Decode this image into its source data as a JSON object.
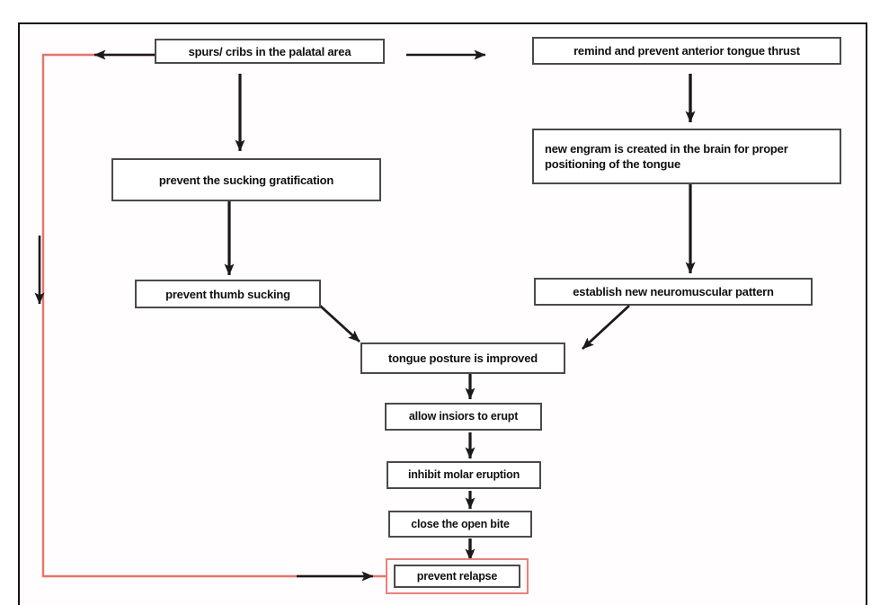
{
  "diagram": {
    "title": "Tongue thrust / open bite habit appliance therapy flowchart",
    "type": "flowchart",
    "palette": {
      "box_border": "#4a4a4a",
      "text": "#111111",
      "arrow": "#1a1a1a",
      "feedback_line": "#e8736c",
      "highlight_border": "#e8827c",
      "frame": "#141414",
      "background": "#ffffff"
    },
    "nodes": [
      {
        "id": "spurs",
        "label": "spurs/ cribs in the palatal area"
      },
      {
        "id": "remind",
        "label": "remind and prevent anterior tongue thrust"
      },
      {
        "id": "engram",
        "label": "new engram is created in the brain for proper\npositioning of the tongue"
      },
      {
        "id": "sucking",
        "label": "prevent  the sucking gratification"
      },
      {
        "id": "thumb",
        "label": "prevent  thumb sucking"
      },
      {
        "id": "neuro",
        "label": "establish new neuromuscular pattern"
      },
      {
        "id": "posture",
        "label": "tongue posture is improved"
      },
      {
        "id": "insiors",
        "label": "allow insiors to erupt"
      },
      {
        "id": "molar",
        "label": "inhibit molar eruption"
      },
      {
        "id": "openbite",
        "label": "close the open bite"
      },
      {
        "id": "relapse",
        "label": "prevent relapse"
      }
    ],
    "edges": [
      {
        "from": "spurs",
        "to": "remind",
        "style": "solid-black",
        "direction": "right"
      },
      {
        "from": "spurs",
        "to": "sucking",
        "style": "solid-black",
        "direction": "down"
      },
      {
        "from": "remind",
        "to": "engram",
        "style": "solid-black",
        "direction": "down"
      },
      {
        "from": "sucking",
        "to": "thumb",
        "style": "solid-black",
        "direction": "down"
      },
      {
        "from": "engram",
        "to": "neuro",
        "style": "solid-black",
        "direction": "down"
      },
      {
        "from": "thumb",
        "to": "posture",
        "style": "solid-black",
        "direction": "diagonal-down-right"
      },
      {
        "from": "neuro",
        "to": "posture",
        "style": "solid-black",
        "direction": "diagonal-down-left"
      },
      {
        "from": "posture",
        "to": "insiors",
        "style": "solid-black",
        "direction": "down"
      },
      {
        "from": "insiors",
        "to": "molar",
        "style": "solid-black",
        "direction": "down"
      },
      {
        "from": "molar",
        "to": "openbite",
        "style": "solid-black",
        "direction": "down"
      },
      {
        "from": "openbite",
        "to": "relapse",
        "style": "solid-black",
        "direction": "down"
      },
      {
        "from": "relapse",
        "to": "spurs",
        "style": "feedback-red",
        "direction": "loop-left-up"
      }
    ],
    "feedback_loop": {
      "note": "red loop from prevent relapse back around the left side to spurs/ cribs in the palatal area",
      "has_down_arrow_on_left": true,
      "has_right_arrow_at_bottom": true,
      "has_left_arrow_at_top": true
    }
  }
}
